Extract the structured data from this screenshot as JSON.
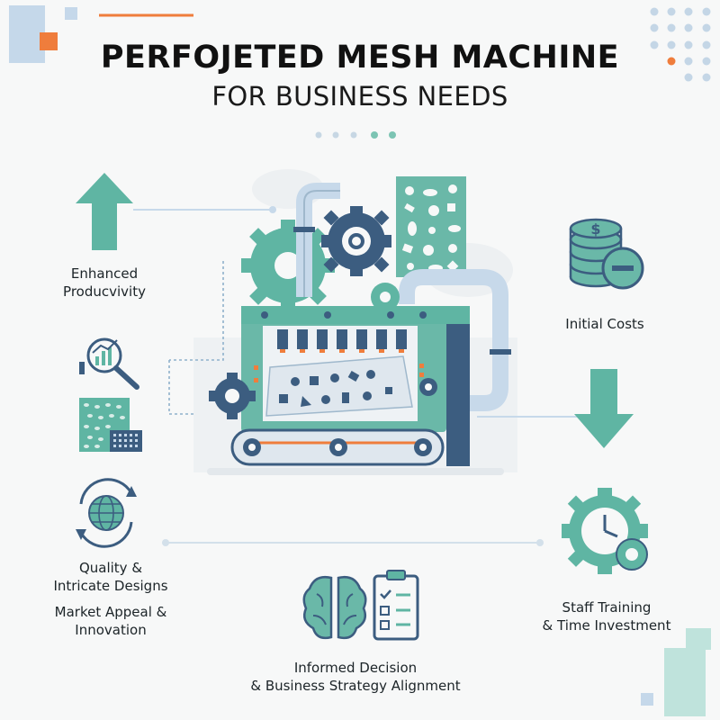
{
  "title": {
    "line1": "PERFOJETED MESH MACHINE",
    "line2": "FOR BUSINESS NEEDS"
  },
  "benefits": {
    "productivity": {
      "line1": "Enhanced",
      "line2": "Producvivity",
      "icon": "up-arrow-icon"
    },
    "quality": {
      "line1": "Quality &",
      "line2": "Intricate Designs",
      "icon": "globe-refresh-icon"
    },
    "market": {
      "line1": "Market Appeal &",
      "line2": "Innovation",
      "icon": "mesh-pattern-icon"
    },
    "analytics_icon": "magnifier-chart-icon"
  },
  "considerations": {
    "costs": {
      "label": "Initial Costs",
      "icon": "coins-minus-icon"
    },
    "training": {
      "line1": "Staff Training",
      "line2": "& Time Investment",
      "icon": "gear-clock-icon"
    },
    "down_icon": "down-arrow-icon"
  },
  "decision": {
    "line1": "Informed Decision",
    "line2": "& Business Strategy Alignment",
    "icons": [
      "brain-icon",
      "checklist-icon"
    ]
  },
  "colors": {
    "teal": "#5fb5a3",
    "teal_dark": "#3f8f80",
    "navy": "#3c5d80",
    "orange": "#ef7d3c",
    "light_blue": "#c7d9ea",
    "grey_blue": "#b8c8d6"
  }
}
